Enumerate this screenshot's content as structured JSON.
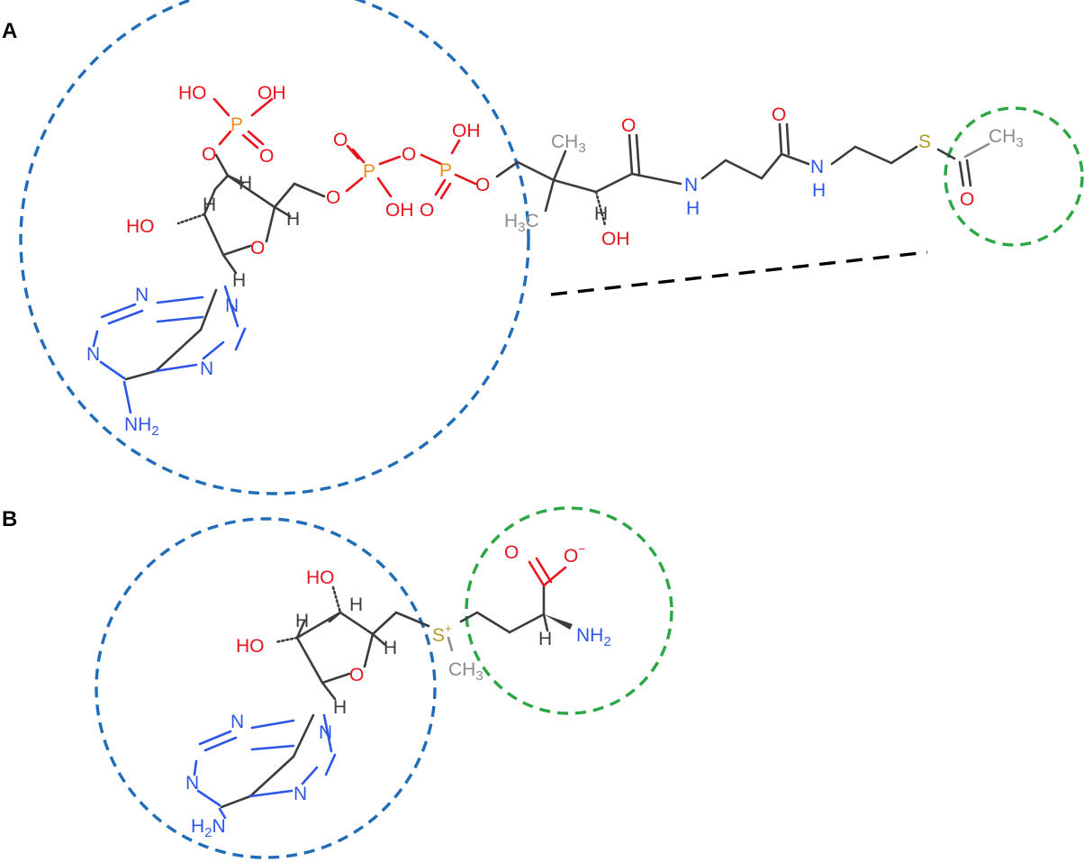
{
  "colors": {
    "carbon_bond": "#3c3c3c",
    "oxygen": "#e8141e",
    "nitrogen": "#2e56e6",
    "phosphorus": "#f08c1e",
    "sulfur": "#b49c2a",
    "methyl_gray": "#8c8c8c",
    "nucleotide_circle": "#1f6cb8",
    "reactive_group_circle": "#2aa642",
    "connector_line": "#000000"
  },
  "panels": {
    "a": {
      "label": "A",
      "atoms": {
        "oh_phos_1": "HO",
        "oh_phos_2": "OH",
        "p_3prime": "P",
        "o_3prime_double": "O",
        "o_3prime_link": "O",
        "h_c3": "H",
        "h_c2": "H",
        "ho_c2": "HO",
        "o_ring": "O",
        "h_c4": "H",
        "h_c1": "H",
        "o_5prime": "O",
        "p_alpha": "P",
        "o_alpha_double": "O",
        "oh_alpha": "OH",
        "o_bridge": "O",
        "p_beta": "P",
        "oh_beta": "OH",
        "o_beta_double": "O",
        "o_beta_link": "O",
        "ch3_top": "CH",
        "ch3_top_sub": "3",
        "h3c_bottom": "H",
        "h3c_bottom_sub": "3",
        "h3c_bottom_c": "C",
        "h_pantoate": "H",
        "oh_pantoate": "OH",
        "o_amide1": "O",
        "n_amide1": "N",
        "h_amide1": "H",
        "o_amide2": "O",
        "n_amide2": "N",
        "h_amide2": "H",
        "s_thioester": "S",
        "ch3_acetyl": "CH",
        "ch3_acetyl_sub": "3",
        "o_acetyl": "O",
        "n1": "N",
        "n3": "N",
        "n7": "N",
        "n9": "N",
        "nh2": "NH",
        "nh2_sub": "2"
      }
    },
    "b": {
      "label": "B",
      "atoms": {
        "ho_c3": "HO",
        "h_c3": "H",
        "h_c2": "H",
        "ho_c2": "HO",
        "o_ring": "O",
        "h_c4": "H",
        "h_c1": "H",
        "s_plus": "S",
        "s_charge": "+",
        "ch3_s": "CH",
        "ch3_s_sub": "3",
        "o_carboxyl_double": "O",
        "o_carboxyl_minus": "O",
        "o_charge": "−",
        "h_alpha": "H",
        "nh2_alpha": "NH",
        "nh2_alpha_sub": "2",
        "n1": "N",
        "n3": "N",
        "n7": "N",
        "n9": "N",
        "h2n": "H",
        "h2n_sub": "2",
        "h2n_n": "N"
      }
    }
  }
}
